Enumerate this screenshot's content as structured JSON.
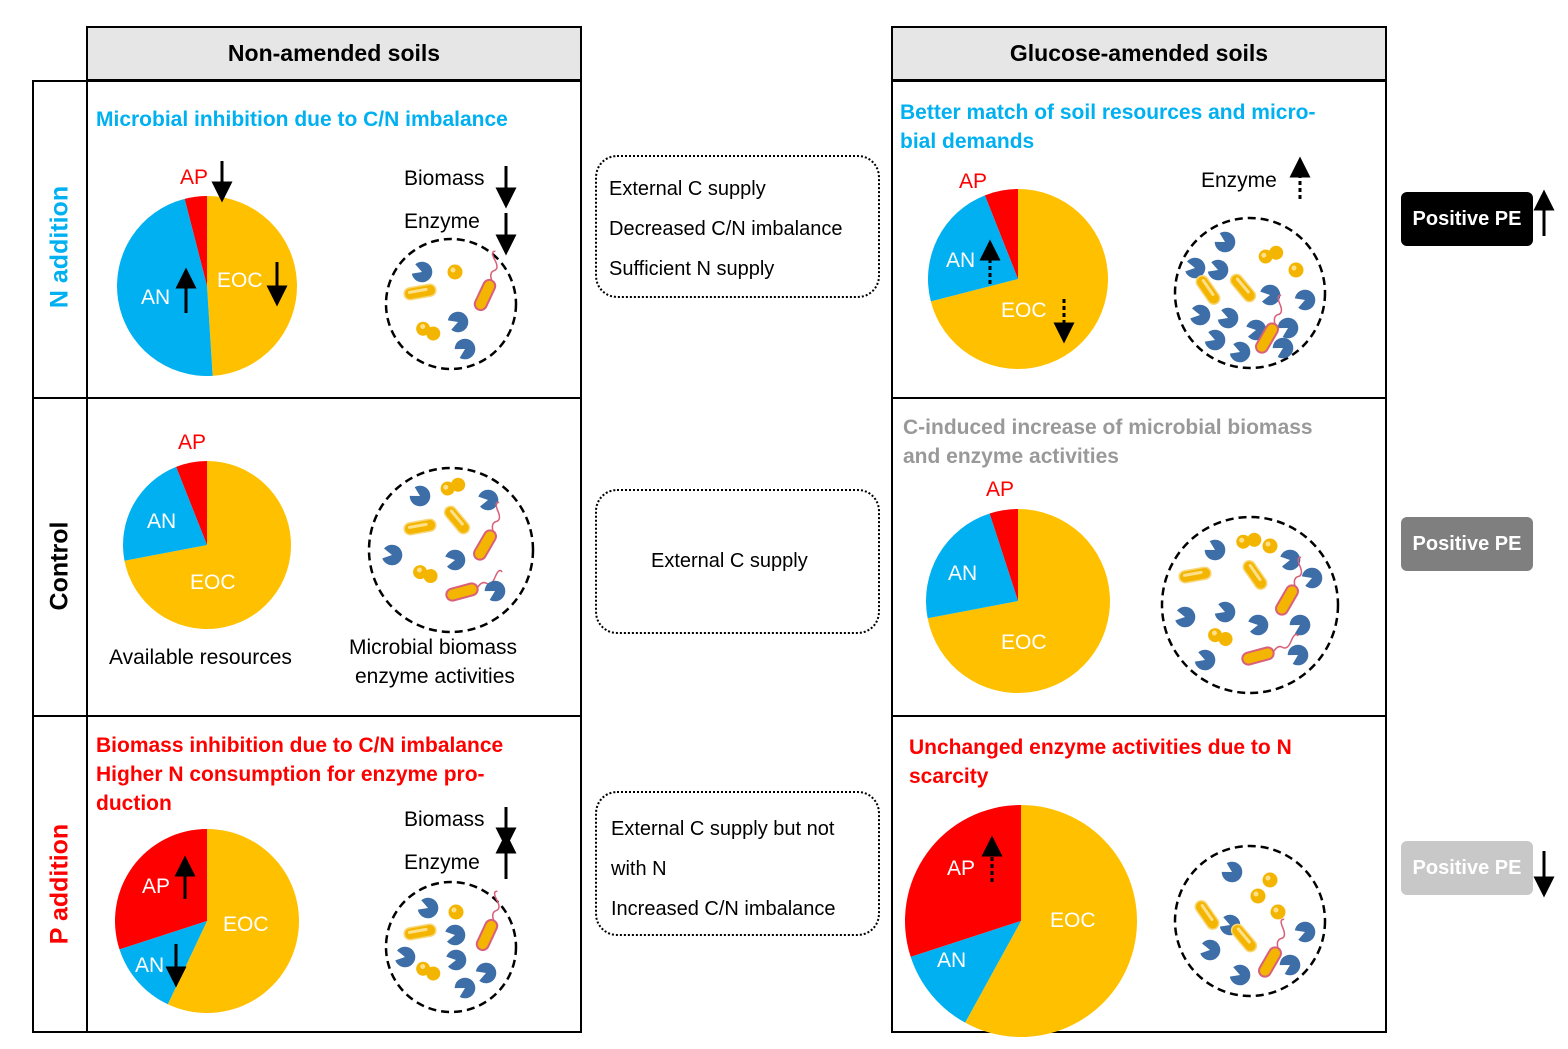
{
  "headers": {
    "left": "Non-amended soils",
    "right": "Glucose-amended soils"
  },
  "rows": {
    "n": "N addition",
    "control": "Control",
    "p": "P addition"
  },
  "panels": {
    "n_left": {
      "title": "Microbial inhibition due to C/N imbalance",
      "biomass": "Biomass",
      "enzyme": "Enzyme",
      "slices": {
        "ap": "AP",
        "an": "AN",
        "eoc": "EOC"
      }
    },
    "n_right": {
      "title_line1": "Better match of soil resources and micro-",
      "title_line2": "bial demands",
      "enzyme": "Enzyme",
      "slices": {
        "ap": "AP",
        "an": "AN",
        "eoc": "EOC"
      }
    },
    "c_left": {
      "slices": {
        "ap": "AP",
        "an": "AN",
        "eoc": "EOC"
      },
      "available": "Available resources",
      "microbial1": "Microbial biomass",
      "microbial2": "enzyme activities"
    },
    "c_right": {
      "title_line1": "C-induced increase of microbial biomass",
      "title_line2": "and enzyme activities",
      "slices": {
        "ap": "AP",
        "an": "AN",
        "eoc": "EOC"
      }
    },
    "p_left": {
      "title_line1": "Biomass inhibition due to C/N imbalance",
      "title_line2": "Higher N consumption for enzyme pro-",
      "title_line3": "duction",
      "biomass": "Biomass",
      "enzyme": "Enzyme",
      "slices": {
        "ap": "AP",
        "an": "AN",
        "eoc": "EOC"
      }
    },
    "p_right": {
      "title_line1": "Unchanged enzyme activities due to N",
      "title_line2": "scarcity",
      "slices": {
        "ap": "AP",
        "an": "AN",
        "eoc": "EOC"
      }
    }
  },
  "middle": {
    "n": [
      "External C supply",
      "Decreased C/N imbalance",
      "Sufficient N supply"
    ],
    "control": [
      "External C supply"
    ],
    "p": [
      "External C supply but not",
      "with N",
      "Increased C/N imbalance"
    ]
  },
  "pe_badges": {
    "n": "Positive PE",
    "control": "Positive PE",
    "p": "Positive PE"
  },
  "pies": [
    {
      "id": "n_left",
      "ap": 0.04,
      "an": 0.47,
      "eoc": 0.49
    },
    {
      "id": "n_right",
      "ap": 0.06,
      "an": 0.23,
      "eoc": 0.71
    },
    {
      "id": "c_left",
      "ap": 0.06,
      "an": 0.22,
      "eoc": 0.72
    },
    {
      "id": "c_right",
      "ap": 0.05,
      "an": 0.23,
      "eoc": 0.72
    },
    {
      "id": "p_left",
      "ap": 0.3,
      "an": 0.13,
      "eoc": 0.57
    },
    {
      "id": "p_right",
      "ap": 0.3,
      "an": 0.12,
      "eoc": 0.58
    }
  ],
  "colors": {
    "ap": "#ff0000",
    "an": "#00b0f0",
    "eoc": "#ffc000",
    "title_blue": "#00b0f0",
    "title_gray": "#999999",
    "title_red": "#ff0000",
    "enzyme": "#3d6ea8",
    "badge_n": "#000000",
    "badge_control": "#7f7f7f",
    "badge_p": "#c8c8c8"
  },
  "icons": [
    "arrow-up-icon",
    "arrow-down-icon",
    "dashed-arrow-up-icon",
    "dashed-arrow-down-icon",
    "enzyme-pacman-icon",
    "bacterium-rod-icon",
    "cell-sphere-icon"
  ]
}
